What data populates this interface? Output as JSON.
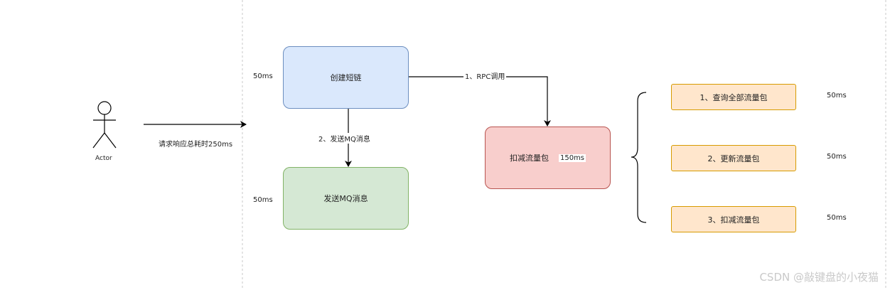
{
  "actor": {
    "label": "Actor"
  },
  "request_label": "请求响应总耗时250ms",
  "create_box": {
    "label": "创建短链",
    "time": "50ms"
  },
  "mq_box": {
    "label": "发送MQ消息",
    "time": "50ms"
  },
  "mq_edge_label": "2、发送MQ消息",
  "rpc_edge_label": "1、RPC调用",
  "deduct_box": {
    "label": "扣减流量包",
    "time": "150ms"
  },
  "sub_steps": [
    {
      "label": "1、查询全部流量包",
      "time": "50ms"
    },
    {
      "label": "2、更新流量包",
      "time": "50ms"
    },
    {
      "label": "3、扣减流量包",
      "time": "50ms"
    }
  ],
  "watermark": "CSDN @敲键盘的小夜猫",
  "colors": {
    "blue_fill": "#dae8fc",
    "blue_stroke": "#6c8ebf",
    "green_fill": "#d5e8d4",
    "green_stroke": "#82b366",
    "red_fill": "#f8cecc",
    "red_stroke": "#b85450",
    "orange_fill": "#ffe6cc",
    "orange_stroke": "#d79b00"
  }
}
